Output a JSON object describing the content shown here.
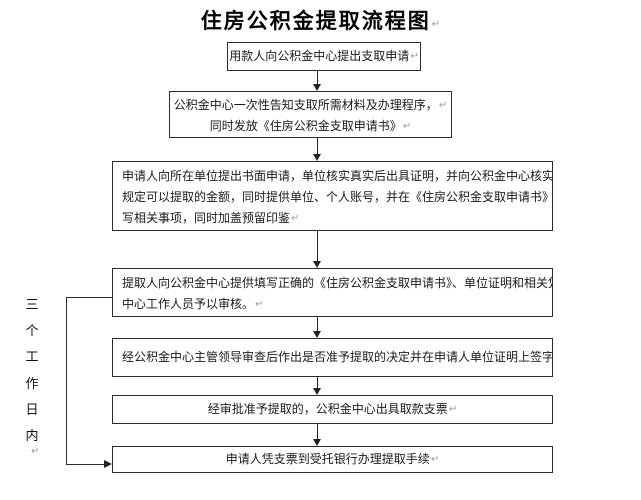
{
  "title": {
    "text": "住房公积金提取流程图"
  },
  "marks": {
    "paragraph": "↵"
  },
  "side_label": {
    "text": "三个工作日内",
    "chars": [
      "三",
      "个",
      "工",
      "作",
      "日",
      "内"
    ]
  },
  "flow": {
    "step1": {
      "text": "用款人向公积金中心提出支取申请"
    },
    "step2": {
      "line1": "公积金中心一次性告知支取所需材料及办理程序，",
      "line2": "同时发放《住房公积金支取申请书》"
    },
    "step3": {
      "line1": "申请人向所在单位提出书面申请，单位核实真实后出具证明，并向公积金中心核实按",
      "line2": "规定可以提取的金额，同时提供单位、个人账号，并在《住房公积金支取申请书》填",
      "line3": "写相关事项，同时加盖预留印鉴"
    },
    "step4": {
      "line1": "提取人向公积金中心提供填写正确的《住房公积金支取申请书》、单位证明和相关凭证，",
      "line2": "中心工作人员予以审核。"
    },
    "step5": {
      "text": "经公积金中心主管领导审查后作出是否准予提取的决定并在申请人单位证明上签字。"
    },
    "step6": {
      "text": "经审批准予提取的，公积金中心出具取款支票"
    },
    "step7": {
      "text": "申请人凭支票到受托银行办理提取手续"
    }
  },
  "colors": {
    "line": "#2b2b2b",
    "text": "#1a1a1a",
    "mark": "#999999",
    "background": "#ffffff"
  }
}
